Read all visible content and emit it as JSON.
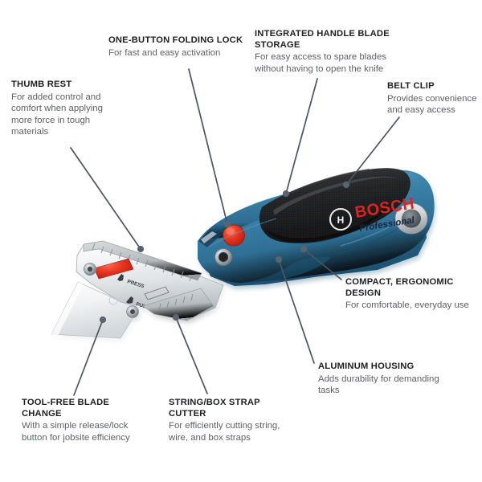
{
  "diagram": {
    "kind": "product-feature-callout",
    "product_name": "BOSCH Professional folding utility knife",
    "background_color": "#ffffff",
    "title_color": "#1d1f22",
    "description_color": "#5d6166",
    "leader_line_color": "#4a5560"
  },
  "brand": {
    "wordmark": "BOSCH",
    "tagline": "Professional",
    "logo_letter": "H",
    "wordmark_color": "#e2231a",
    "tagline_color": "#1d2b3a"
  },
  "product_labels": {
    "press": "PRESS",
    "pull": "PULL"
  },
  "palette": {
    "handle_blue": "#3c7fa6",
    "handle_blue_dark": "#1f5madness",
    "handle_blue_shadow": "#245c7e",
    "grip_black": "#1b1c1e",
    "button_red": "#e0301f",
    "slider_red": "#e03124",
    "aluminum_light": "#eef0f1",
    "aluminum_mid": "#c6cacd",
    "aluminum_dark": "#9aa0a5",
    "blade_steel": "#e8eaec"
  },
  "callouts": [
    {
      "id": "thumb-rest",
      "title": "THUMB REST",
      "description": "For added control and\ncomfort when applying\nmore force in tough\nmaterials"
    },
    {
      "id": "one-button-folding-lock",
      "title": "ONE-BUTTON FOLDING LOCK",
      "description": "For fast and easy activation"
    },
    {
      "id": "integrated-handle-blade-storage",
      "title": "INTEGRATED HANDLE BLADE\nSTORAGE",
      "description": "For easy access to spare blades\nwithout having to open the knife"
    },
    {
      "id": "belt-clip",
      "title": "BELT CLIP",
      "description": "Provides convenience\nand easy access"
    },
    {
      "id": "compact-ergonomic-design",
      "title": "COMPACT, ERGONOMIC\nDESIGN",
      "description": "For comfortable, everyday use"
    },
    {
      "id": "aluminum-housing",
      "title": "ALUMINUM HOUSING",
      "description": "Adds durability for demanding\ntasks"
    },
    {
      "id": "tool-free-blade-change",
      "title": "TOOL-FREE BLADE\nCHANGE",
      "description": "With a simple release/lock\nbutton for jobsite efficiency"
    },
    {
      "id": "string-box-strap-cutter",
      "title": "STRING/BOX STRAP\nCUTTER",
      "description": "For efficiently cutting string,\nwire, and box straps"
    }
  ]
}
